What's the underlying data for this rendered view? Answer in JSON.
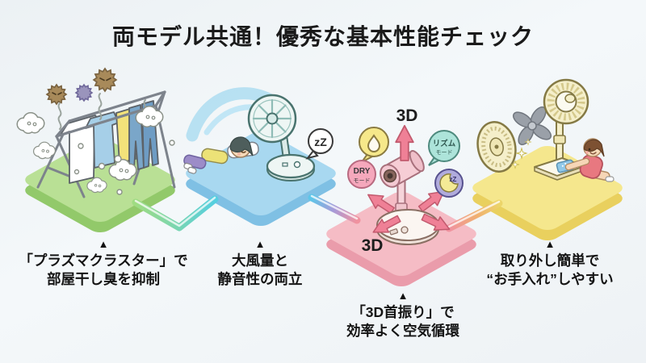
{
  "title": "両モデル共通！優秀な基本性能チェック",
  "marker": "▲",
  "features": [
    {
      "line1": "「プラズマクラスター」で",
      "line2": "部屋干し臭を抑制"
    },
    {
      "line1": "大風量と",
      "line2": "静音性の両立"
    },
    {
      "line1": "「3D首振り」で",
      "line2": "効率よく空気循環"
    },
    {
      "line1": "取り外し簡単で",
      "line2": "“お手入れ”しやすい"
    }
  ],
  "badges": {
    "sleep_zz": "zZ",
    "three_d_top": "3D",
    "three_d_bottom": "3D",
    "dry": {
      "line1": "DRY",
      "line2": "モード"
    },
    "rhythm": {
      "line1": "リズム",
      "line2": "モード"
    },
    "moon_zz": "zZ"
  },
  "colors": {
    "green_top": "#b9e095",
    "green_side": "#92c96a",
    "blue_top": "#a8d8f0",
    "blue_side": "#7fc0e4",
    "pink_top": "#f5bcc5",
    "pink_side": "#ea9cab",
    "yellow_top": "#f5e78d",
    "yellow_side": "#e9d05e",
    "arrow": "#ef8096",
    "title_text": "#1a1a1a"
  }
}
